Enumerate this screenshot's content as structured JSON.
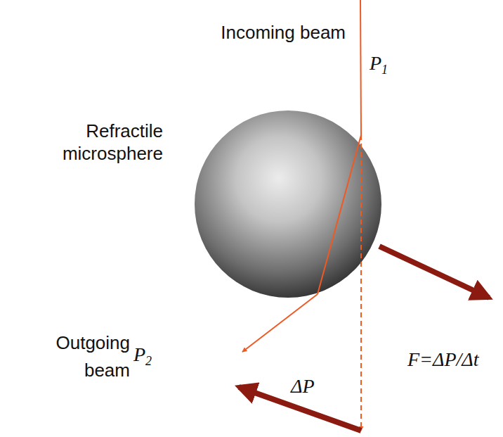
{
  "diagram": {
    "labels": [
      "Incoming beam",
      "P1",
      "Refractile microsphere",
      "F=ΔP/Δt",
      "Outgoing beam",
      "P2",
      "ΔP"
    ]
  }
}
